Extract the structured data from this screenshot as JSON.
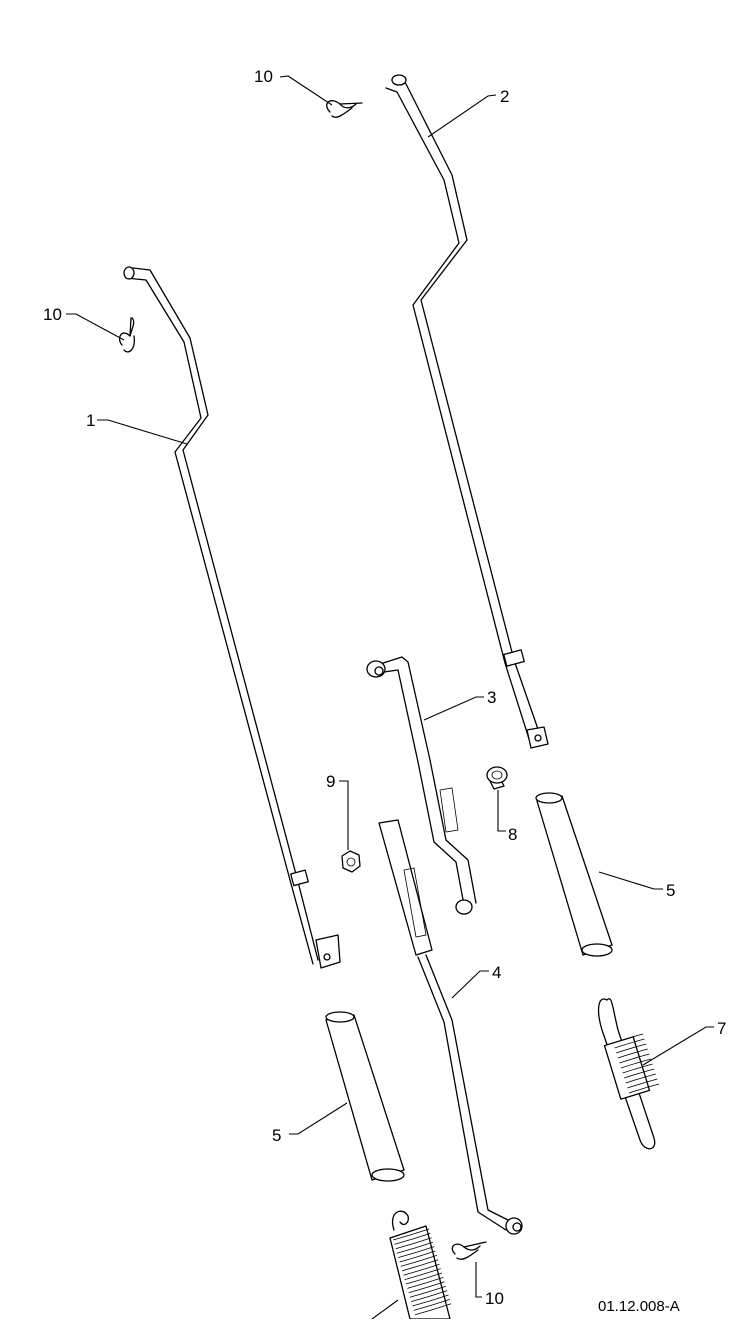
{
  "drawing": {
    "reference_code": "01.12.008-A"
  },
  "callouts": [
    {
      "id": "c10a",
      "label": "10"
    },
    {
      "id": "c2",
      "label": "2"
    },
    {
      "id": "c10b",
      "label": "10"
    },
    {
      "id": "c1",
      "label": "1"
    },
    {
      "id": "c3",
      "label": "3"
    },
    {
      "id": "c9",
      "label": "9"
    },
    {
      "id": "c8",
      "label": "8"
    },
    {
      "id": "c5a",
      "label": "5"
    },
    {
      "id": "c4",
      "label": "4"
    },
    {
      "id": "c7",
      "label": "7"
    },
    {
      "id": "c5b",
      "label": "5"
    },
    {
      "id": "c10c",
      "label": "10"
    }
  ]
}
